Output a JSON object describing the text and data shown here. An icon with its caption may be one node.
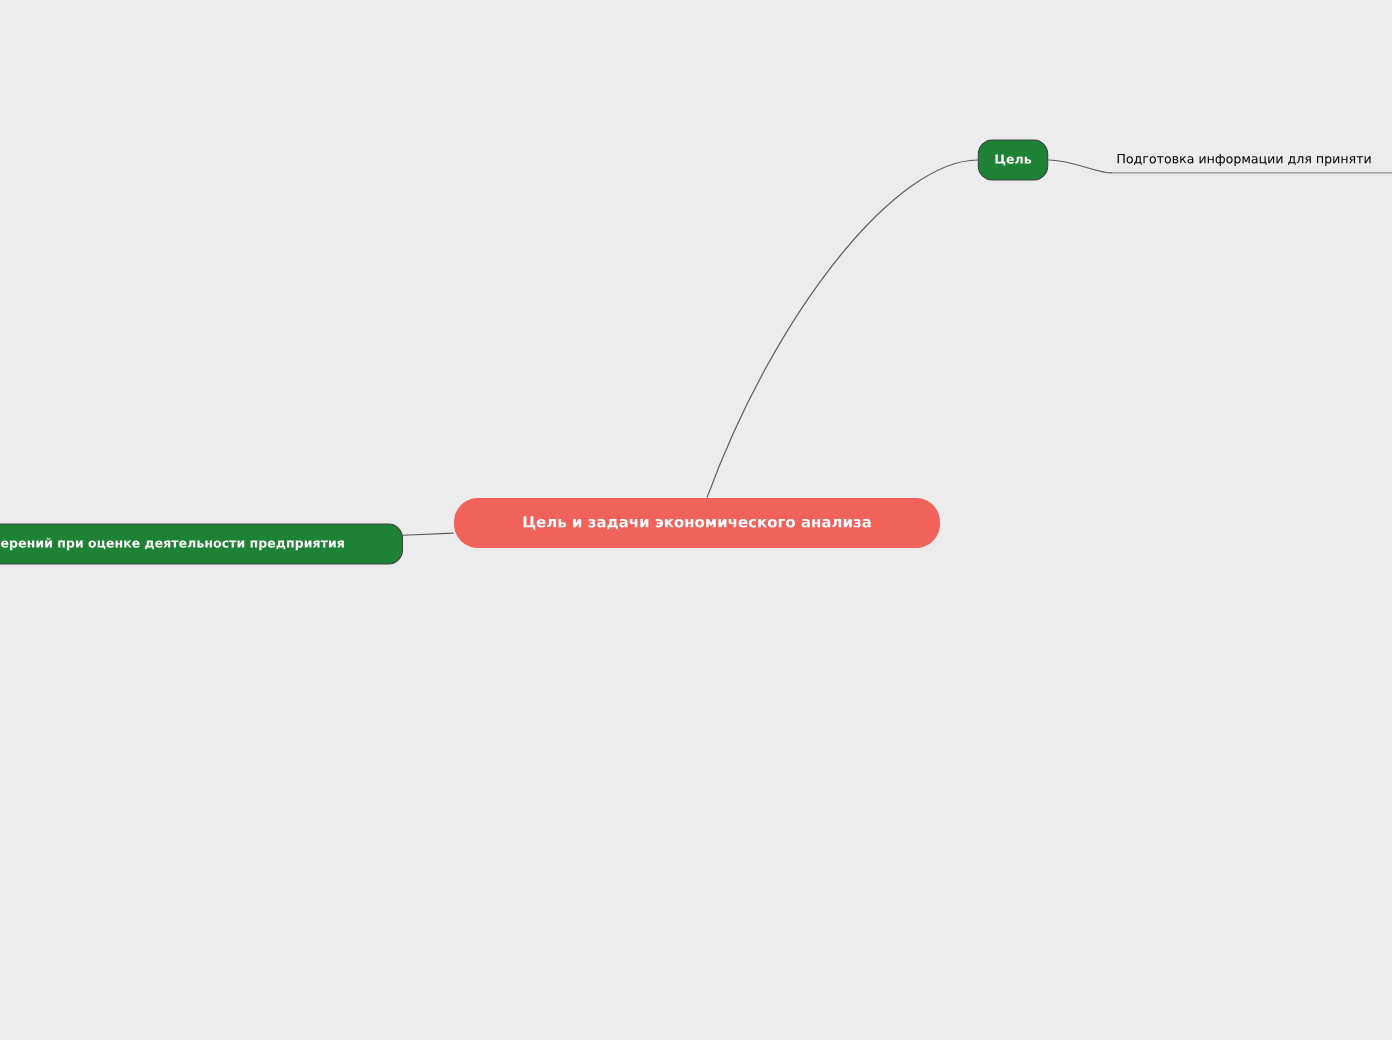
{
  "diagram": {
    "nodes": [
      {
        "text": [
          "Цель и задачи экономического анализа"
        ]
      },
      {
        "text": [
          "Цель"
        ]
      },
      {
        "text": [
          "Подготовка информации для приняти"
        ]
      },
      {
        "text": [
          "ерений при оценке деятельности предприятия"
        ]
      }
    ],
    "edges": [
      {
        "from": 0,
        "to": 1,
        "arrow": "none"
      },
      {
        "from": 1,
        "to": 2,
        "arrow": "none"
      },
      {
        "from": 0,
        "to": 3,
        "arrow": "none"
      }
    ]
  }
}
